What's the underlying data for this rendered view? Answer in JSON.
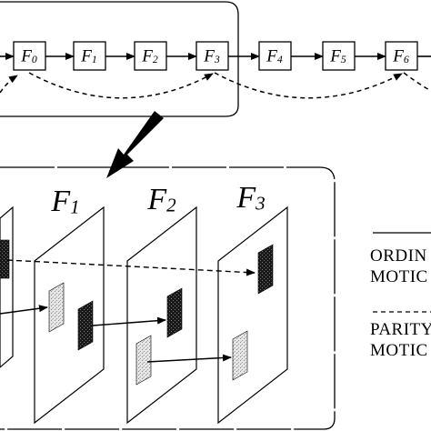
{
  "top_sequence": {
    "frames": [
      "F0",
      "F1",
      "F2",
      "F3",
      "F4",
      "F5",
      "F6"
    ]
  },
  "bottom_planes": {
    "labels": [
      "F1",
      "F2",
      "F3"
    ]
  },
  "legend": {
    "ordinary_line1": "ORDIN",
    "ordinary_line2": "MOTIC",
    "parity_line1": "PARITY",
    "parity_line2": "MOTIC"
  }
}
